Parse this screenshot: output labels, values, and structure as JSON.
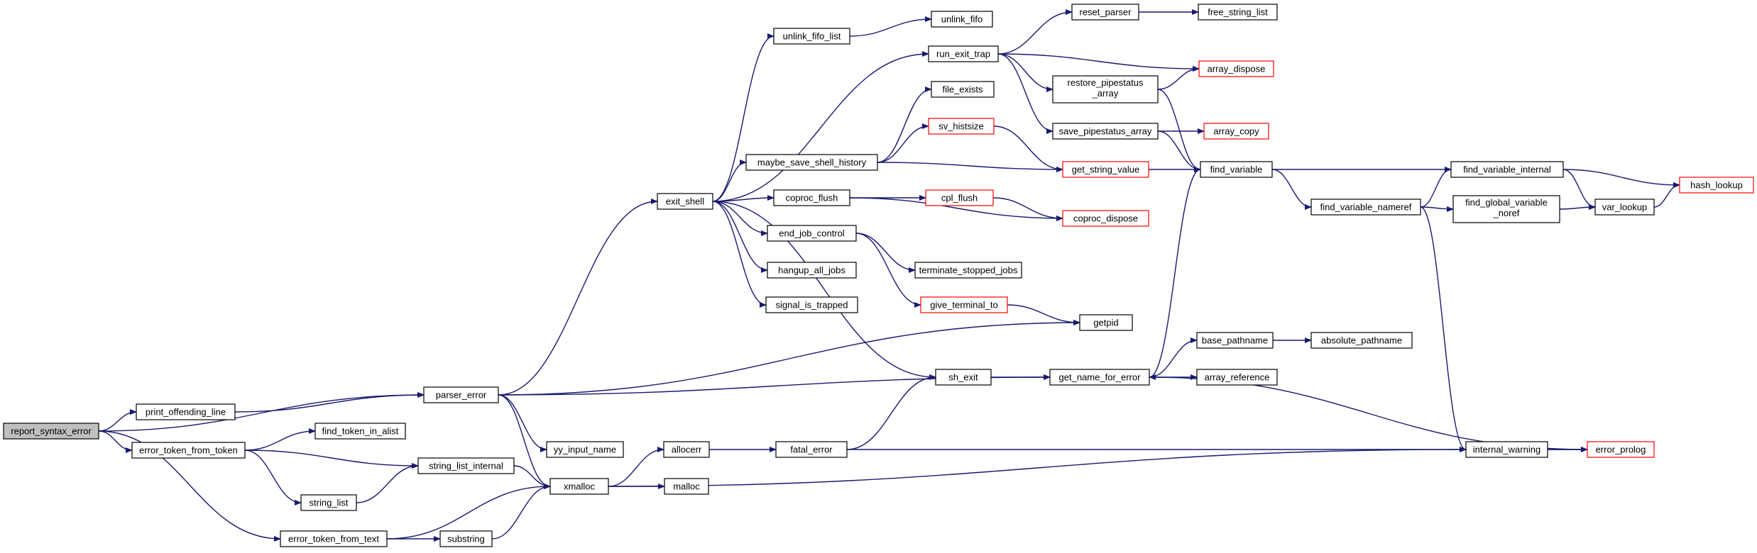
{
  "colors": {
    "edge": "#191970",
    "root_fill": "#bfbfbf",
    "node_border": "#000000",
    "truncated_border": "#ff0000"
  },
  "nodes": [
    {
      "id": "report_syntax_error",
      "label": "report_syntax_error",
      "root": true
    },
    {
      "id": "print_offending_line",
      "label": "print_offending_line"
    },
    {
      "id": "error_token_from_token",
      "label": "error_token_from_token"
    },
    {
      "id": "error_token_from_text",
      "label": "error_token_from_text"
    },
    {
      "id": "parser_error",
      "label": "parser_error"
    },
    {
      "id": "find_token_in_alist",
      "label": "find_token_in_alist"
    },
    {
      "id": "string_list_internal",
      "label": "string_list_internal"
    },
    {
      "id": "string_list",
      "label": "string_list"
    },
    {
      "id": "substring",
      "label": "substring"
    },
    {
      "id": "yy_input_name",
      "label": "yy_input_name"
    },
    {
      "id": "xmalloc",
      "label": "xmalloc"
    },
    {
      "id": "exit_shell",
      "label": "exit_shell"
    },
    {
      "id": "allocerr",
      "label": "allocerr"
    },
    {
      "id": "malloc",
      "label": "malloc"
    },
    {
      "id": "unlink_fifo_list",
      "label": "unlink_fifo_list"
    },
    {
      "id": "maybe_save_shell_history",
      "label": "maybe_save_shell_history"
    },
    {
      "id": "coproc_flush",
      "label": "coproc_flush"
    },
    {
      "id": "end_job_control",
      "label": "end_job_control"
    },
    {
      "id": "hangup_all_jobs",
      "label": "hangup_all_jobs"
    },
    {
      "id": "signal_is_trapped",
      "label": "signal_is_trapped"
    },
    {
      "id": "fatal_error",
      "label": "fatal_error"
    },
    {
      "id": "unlink_fifo",
      "label": "unlink_fifo"
    },
    {
      "id": "run_exit_trap",
      "label": "run_exit_trap"
    },
    {
      "id": "file_exists",
      "label": "file_exists"
    },
    {
      "id": "sv_histsize",
      "label": "sv_histsize",
      "truncated": true
    },
    {
      "id": "cpl_flush",
      "label": "cpl_flush",
      "truncated": true
    },
    {
      "id": "terminate_stopped_jobs",
      "label": "terminate_stopped_jobs"
    },
    {
      "id": "give_terminal_to",
      "label": "give_terminal_to",
      "truncated": true
    },
    {
      "id": "sh_exit",
      "label": "sh_exit"
    },
    {
      "id": "reset_parser",
      "label": "reset_parser"
    },
    {
      "id": "restore_pipestatus_array",
      "label": "restore_pipestatus\n_array"
    },
    {
      "id": "save_pipestatus_array",
      "label": "save_pipestatus_array"
    },
    {
      "id": "get_string_value",
      "label": "get_string_value",
      "truncated": true
    },
    {
      "id": "coproc_dispose",
      "label": "coproc_dispose",
      "truncated": true
    },
    {
      "id": "getpid",
      "label": "getpid"
    },
    {
      "id": "get_name_for_error",
      "label": "get_name_for_error"
    },
    {
      "id": "free_string_list",
      "label": "free_string_list"
    },
    {
      "id": "array_dispose",
      "label": "array_dispose",
      "truncated": true
    },
    {
      "id": "array_copy",
      "label": "array_copy",
      "truncated": true
    },
    {
      "id": "find_variable",
      "label": "find_variable"
    },
    {
      "id": "base_pathname",
      "label": "base_pathname"
    },
    {
      "id": "array_reference",
      "label": "array_reference"
    },
    {
      "id": "find_variable_nameref",
      "label": "find_variable_nameref"
    },
    {
      "id": "absolute_pathname",
      "label": "absolute_pathname"
    },
    {
      "id": "internal_warning",
      "label": "internal_warning"
    },
    {
      "id": "find_variable_internal",
      "label": "find_variable_internal"
    },
    {
      "id": "find_global_variable_noref",
      "label": "find_global_variable\n_noref"
    },
    {
      "id": "error_prolog",
      "label": "error_prolog",
      "truncated": true
    },
    {
      "id": "var_lookup",
      "label": "var_lookup"
    },
    {
      "id": "hash_lookup",
      "label": "hash_lookup",
      "truncated": true
    }
  ],
  "edges": [
    [
      "report_syntax_error",
      "parser_error"
    ],
    [
      "report_syntax_error",
      "print_offending_line"
    ],
    [
      "report_syntax_error",
      "error_token_from_token"
    ],
    [
      "report_syntax_error",
      "error_token_from_text"
    ],
    [
      "print_offending_line",
      "parser_error"
    ],
    [
      "error_token_from_token",
      "find_token_in_alist"
    ],
    [
      "error_token_from_token",
      "string_list_internal"
    ],
    [
      "error_token_from_token",
      "string_list"
    ],
    [
      "string_list",
      "string_list_internal"
    ],
    [
      "string_list_internal",
      "xmalloc"
    ],
    [
      "error_token_from_text",
      "xmalloc"
    ],
    [
      "error_token_from_text",
      "substring"
    ],
    [
      "substring",
      "xmalloc"
    ],
    [
      "parser_error",
      "exit_shell"
    ],
    [
      "parser_error",
      "getpid"
    ],
    [
      "parser_error",
      "get_name_for_error"
    ],
    [
      "parser_error",
      "yy_input_name"
    ],
    [
      "parser_error",
      "xmalloc"
    ],
    [
      "xmalloc",
      "allocerr"
    ],
    [
      "xmalloc",
      "malloc"
    ],
    [
      "xmalloc",
      "internal_warning"
    ],
    [
      "allocerr",
      "fatal_error"
    ],
    [
      "fatal_error",
      "sh_exit"
    ],
    [
      "fatal_error",
      "error_prolog"
    ],
    [
      "exit_shell",
      "unlink_fifo_list"
    ],
    [
      "exit_shell",
      "run_exit_trap"
    ],
    [
      "exit_shell",
      "maybe_save_shell_history"
    ],
    [
      "exit_shell",
      "coproc_flush"
    ],
    [
      "exit_shell",
      "end_job_control"
    ],
    [
      "exit_shell",
      "hangup_all_jobs"
    ],
    [
      "exit_shell",
      "signal_is_trapped"
    ],
    [
      "exit_shell",
      "sh_exit"
    ],
    [
      "unlink_fifo_list",
      "unlink_fifo"
    ],
    [
      "run_exit_trap",
      "reset_parser"
    ],
    [
      "run_exit_trap",
      "array_dispose"
    ],
    [
      "run_exit_trap",
      "restore_pipestatus_array"
    ],
    [
      "run_exit_trap",
      "save_pipestatus_array"
    ],
    [
      "reset_parser",
      "free_string_list"
    ],
    [
      "restore_pipestatus_array",
      "array_dispose"
    ],
    [
      "restore_pipestatus_array",
      "find_variable"
    ],
    [
      "save_pipestatus_array",
      "array_copy"
    ],
    [
      "save_pipestatus_array",
      "find_variable"
    ],
    [
      "maybe_save_shell_history",
      "file_exists"
    ],
    [
      "maybe_save_shell_history",
      "sv_histsize"
    ],
    [
      "maybe_save_shell_history",
      "get_string_value"
    ],
    [
      "sv_histsize",
      "get_string_value"
    ],
    [
      "get_string_value",
      "find_variable"
    ],
    [
      "coproc_flush",
      "cpl_flush"
    ],
    [
      "coproc_flush",
      "coproc_dispose"
    ],
    [
      "cpl_flush",
      "coproc_dispose"
    ],
    [
      "end_job_control",
      "terminate_stopped_jobs"
    ],
    [
      "end_job_control",
      "give_terminal_to"
    ],
    [
      "give_terminal_to",
      "getpid"
    ],
    [
      "sh_exit",
      "get_name_for_error"
    ],
    [
      "get_name_for_error",
      "find_variable"
    ],
    [
      "get_name_for_error",
      "base_pathname"
    ],
    [
      "get_name_for_error",
      "array_reference"
    ],
    [
      "base_pathname",
      "absolute_pathname"
    ],
    [
      "find_variable",
      "find_variable_internal"
    ],
    [
      "find_variable",
      "find_variable_nameref"
    ],
    [
      "find_variable_nameref",
      "find_variable_internal"
    ],
    [
      "find_variable_nameref",
      "find_global_variable_noref"
    ],
    [
      "find_variable_nameref",
      "internal_warning"
    ],
    [
      "find_variable_internal",
      "var_lookup"
    ],
    [
      "find_variable_internal",
      "hash_lookup"
    ],
    [
      "find_global_variable_noref",
      "var_lookup"
    ],
    [
      "var_lookup",
      "hash_lookup"
    ],
    [
      "internal_warning",
      "error_prolog"
    ],
    [
      "error_prolog",
      "get_name_for_error"
    ]
  ]
}
